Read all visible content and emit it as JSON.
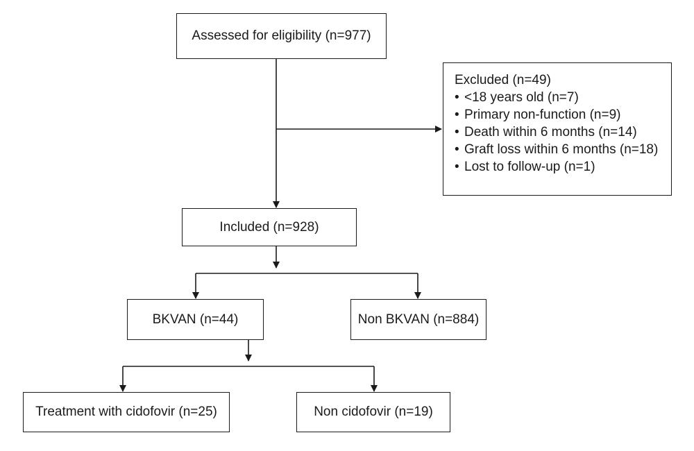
{
  "flowchart": {
    "assessed": "Assessed for eligibility (n=977)",
    "excluded": {
      "title": "Excluded (n=49)",
      "items": [
        "<18 years old (n=7)",
        "Primary non-function (n=9)",
        "Death within 6 months (n=14)",
        "Graft loss within 6 months (n=18)",
        "Lost to follow-up (n=1)"
      ]
    },
    "included": "Included (n=928)",
    "bkvan": "BKVAN (n=44)",
    "non_bkvan": "Non BKVAN (n=884)",
    "cidofovir": "Treatment with cidofovir (n=25)",
    "non_cidofovir": "Non cidofovir (n=19)"
  },
  "colors": {
    "line": "#1a1a1a",
    "background": "#ffffff"
  }
}
